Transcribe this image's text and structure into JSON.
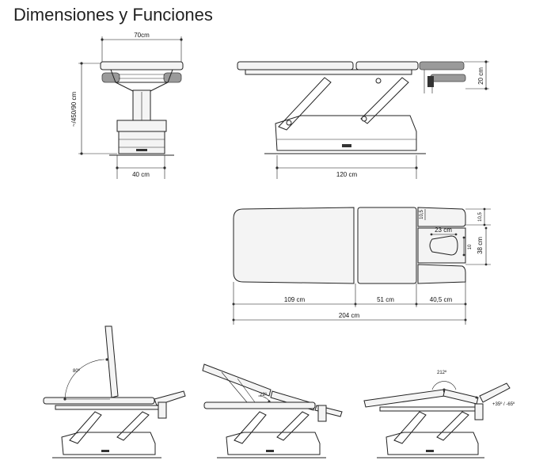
{
  "title": "Dimensiones y Funciones",
  "dimensions": {
    "front_width": "70cm",
    "front_height": "~/450/90 cm",
    "front_base": "40 cm",
    "side_height": "20 cm",
    "side_length": "120 cm",
    "top_headrest_thickness": "10,5",
    "top_small_width": "10,5",
    "top_hole_width": "23 cm",
    "top_hole_height": "10",
    "top_head_width": "38 cm",
    "top_seg1": "109 cm",
    "top_seg2": "51 cm",
    "top_seg3": "40,5 cm",
    "top_total": "204 cm"
  },
  "functions": {
    "angle_backrest": "80º",
    "angle_incline": "22º",
    "angle_flex": "212º",
    "angle_head": "+35º / -65º"
  }
}
